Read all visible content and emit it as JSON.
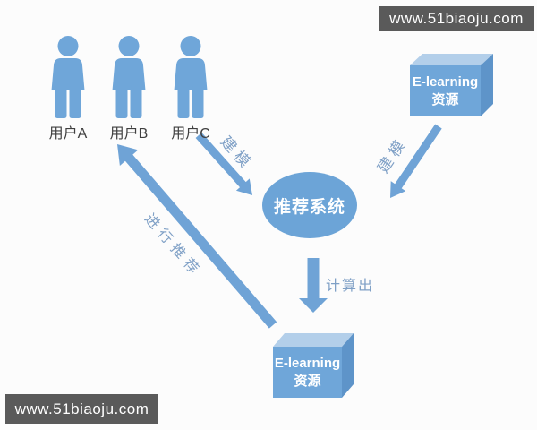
{
  "watermark": {
    "top_right": "www.51biaoju.com",
    "bottom_left": "www.51biaoju.com",
    "bar_color": "#5a5a5a",
    "text_color": "#ffffff"
  },
  "users": {
    "items": [
      {
        "label": "用户A"
      },
      {
        "label": "用户B"
      },
      {
        "label": "用户C"
      }
    ],
    "icon": "person-icon",
    "icon_color": "#6fa6d9",
    "label_color": "#3f3f3f"
  },
  "system": {
    "label": "推荐系统",
    "fill": "#6ca4d7",
    "text_color": "#ffffff"
  },
  "resources": {
    "top": {
      "line1": "E-learning",
      "line2": "资源"
    },
    "bottom": {
      "line1": "E-learning",
      "line2": "资源"
    },
    "front_color": "#6fa6d9",
    "top_color": "#b3cfea",
    "side_color": "#5e94c9",
    "text_color": "#ffffff"
  },
  "edges": {
    "model_from_users": {
      "label": "建模"
    },
    "model_from_resources": {
      "label": "建模"
    },
    "compute": {
      "label": "计算出"
    },
    "recommend": {
      "label": "进行推荐"
    },
    "arrow_color": "#6fa3d6",
    "label_color": "#7fa0c6"
  }
}
